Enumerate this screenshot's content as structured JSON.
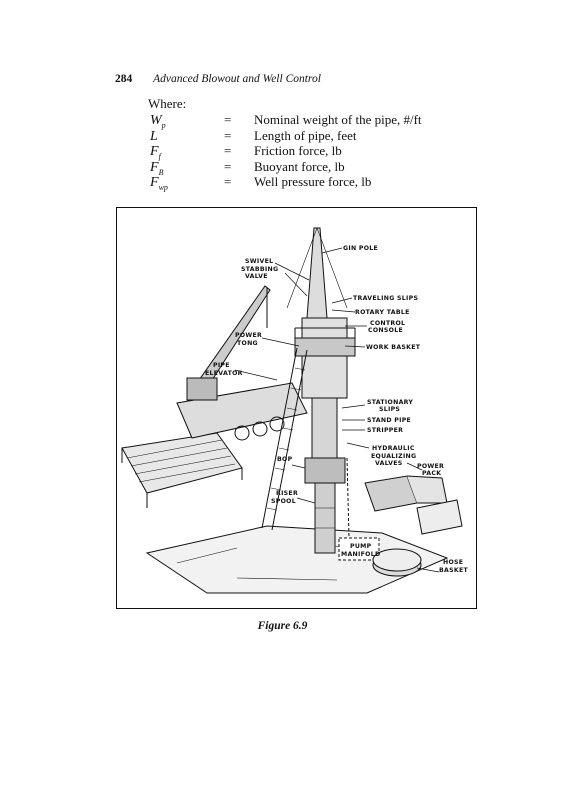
{
  "header": {
    "page_number": "284",
    "running_title": "Advanced Blowout and Well Control"
  },
  "where_label": "Where:",
  "definitions": [
    {
      "symbol": "W",
      "subscript": "p",
      "equals": "=",
      "description": "Nominal weight of the pipe, #/ft"
    },
    {
      "symbol": "L",
      "subscript": "",
      "equals": "=",
      "description": "Length of pipe, feet"
    },
    {
      "symbol": "F",
      "subscript": "f",
      "equals": "=",
      "description": "Friction force, lb"
    },
    {
      "symbol": "F",
      "subscript": "B",
      "equals": "=",
      "description": "Buoyant force, lb"
    },
    {
      "symbol": "F",
      "subscript": "wp",
      "equals": "=",
      "description": "Well pressure force, lb"
    }
  ],
  "figure": {
    "labels": {
      "gin_pole": "GIN POLE",
      "swivel": "SWIVEL",
      "stabbing_valve_1": "STABBING",
      "stabbing_valve_2": "VALVE",
      "traveling_slips": "TRAVELING SLIPS",
      "rotary_table": "ROTARY TABLE",
      "control_console_1": "CONTROL",
      "control_console_2": "CONSOLE",
      "work_basket": "WORK BASKET",
      "power_tong_1": "POWER",
      "power_tong_2": "TONG",
      "pipe_elevator_1": "PIPE",
      "pipe_elevator_2": "ELEVATOR",
      "stationary_slips_1": "STATIONARY",
      "stationary_slips_2": "SLIPS",
      "stand_pipe": "STAND PIPE",
      "stripper": "STRIPPER",
      "bop": "BOP",
      "hydraulic_1": "HYDRAULIC",
      "hydraulic_2": "EQUALIZING",
      "hydraulic_3": "VALVES",
      "power_pack_1": "POWER",
      "power_pack_2": "PACK",
      "riser_spool_1": "RISER",
      "riser_spool_2": "SPOOL",
      "pump_manifold_1": "PUMP",
      "pump_manifold_2": "MANIFOLD",
      "hose_basket_1": "HOSE",
      "hose_basket_2": "BASKET"
    }
  },
  "caption": "Figure 6.9"
}
